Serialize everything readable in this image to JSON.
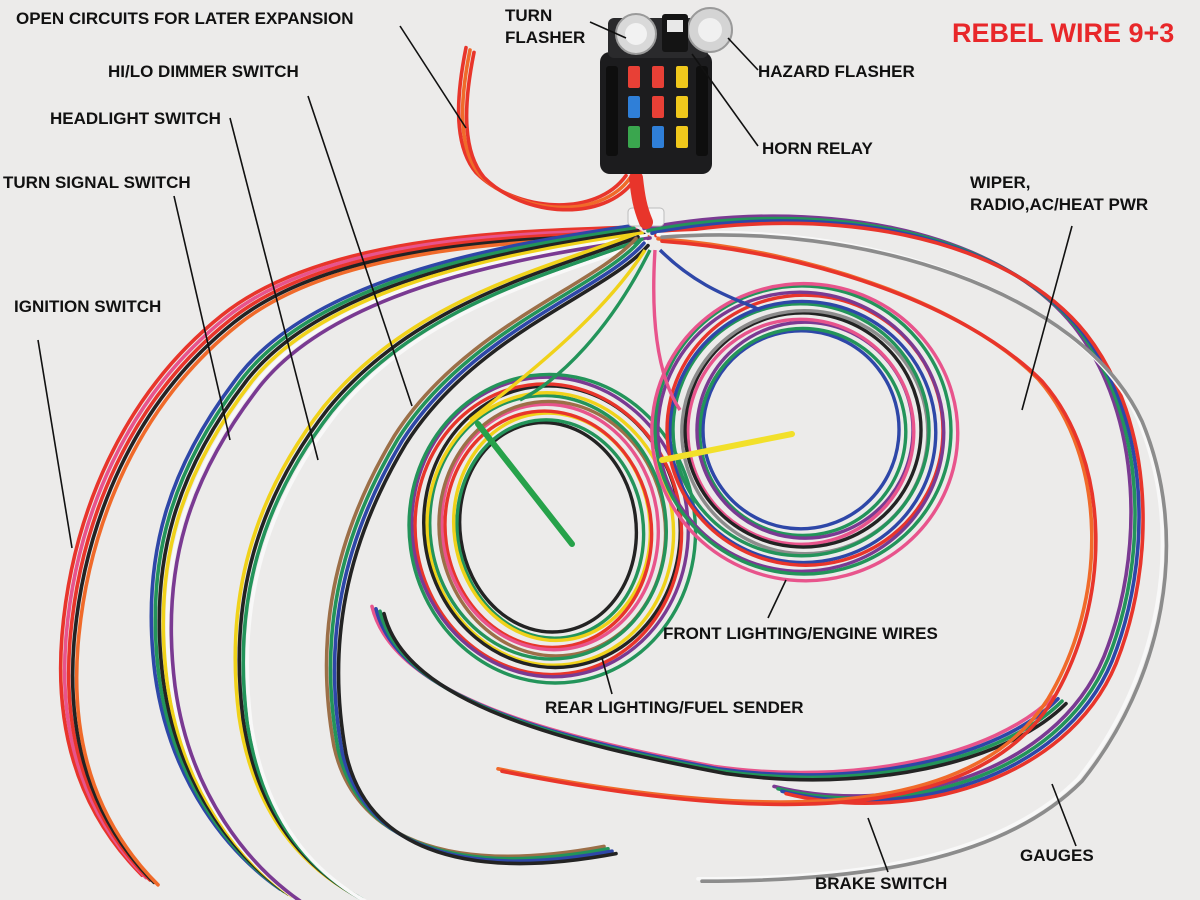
{
  "title": {
    "text": "REBEL WIRE 9+3",
    "color": "#e8272a"
  },
  "labels": {
    "open_circuits": "OPEN CIRCUITS FOR LATER EXPANSION",
    "turn_flasher_1": "TURN",
    "turn_flasher_2": "FLASHER",
    "hazard_flasher": "HAZARD FLASHER",
    "hilo_dimmer": "HI/LO DIMMER SWITCH",
    "horn_relay": "HORN RELAY",
    "headlight_switch": "HEADLIGHT SWITCH",
    "turn_signal_switch": "TURN SIGNAL SWITCH",
    "wiper_1": "WIPER,",
    "wiper_2": "RADIO,AC/HEAT PWR",
    "ignition_switch": "IGNITION SWITCH",
    "front_lighting": "FRONT LIGHTING/ENGINE WIRES",
    "rear_lighting": "REAR LIGHTING/FUEL SENDER",
    "gauges": "GAUGES",
    "brake_switch": "BRAKE SWITCH"
  },
  "colors": {
    "background": "#ecebea",
    "label_text": "#111111",
    "leader_line": "#111111",
    "fuse_block": "#1c1c1e",
    "wire_red": "#e8352b",
    "wire_orange": "#f06a2a",
    "wire_pink": "#e8548c",
    "wire_purple": "#7a3a92",
    "wire_blue": "#2e47a8",
    "wire_green": "#23945a",
    "wire_yellow": "#f0d21a",
    "wire_black": "#232323",
    "wire_white": "#f8f8f8",
    "wire_brown": "#9c6f48",
    "wire_gray": "#8c8c8c",
    "tie_green": "#26a24a",
    "tie_yellow": "#f2e02a"
  },
  "fuse_colors": [
    "#e84036",
    "#e84036",
    "#f0c81c",
    "#2f7fd8",
    "#e84036",
    "#f0c81c",
    "#3aa64e",
    "#2f7fd8",
    "#f0c81c"
  ]
}
